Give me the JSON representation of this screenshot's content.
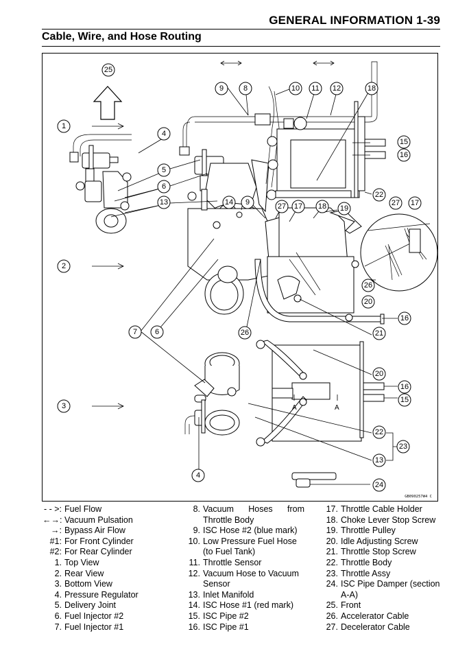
{
  "header": {
    "section": "GENERAL INFORMATION 1-39",
    "title": "Cable, Wire, and Hose Routing"
  },
  "figure": {
    "code": "GB090257W4 C",
    "section_marks": [
      "A",
      "A"
    ],
    "callouts": [
      "1",
      "2",
      "3",
      "4",
      "5",
      "6",
      "7",
      "8",
      "9",
      "10",
      "11",
      "12",
      "13",
      "14",
      "15",
      "16",
      "17",
      "18",
      "19",
      "20",
      "21",
      "22",
      "23",
      "24",
      "25",
      "26",
      "27"
    ]
  },
  "legend": {
    "symbols": [
      {
        "key": "- - >:",
        "text": "Fuel Flow"
      },
      {
        "key": "←→:",
        "text": "Vacuum Pulsation"
      },
      {
        "key": "→:",
        "text": "Bypass Air Flow"
      },
      {
        "key": "#1:",
        "text": "For Front Cylinder"
      },
      {
        "key": "#2:",
        "text": "For Rear Cylinder"
      }
    ],
    "items": [
      {
        "num": "1.",
        "text": "Top View"
      },
      {
        "num": "2.",
        "text": "Rear View"
      },
      {
        "num": "3.",
        "text": "Bottom View"
      },
      {
        "num": "4.",
        "text": "Pressure Regulator"
      },
      {
        "num": "5.",
        "text": "Delivery Joint"
      },
      {
        "num": "6.",
        "text": "Fuel Injector #2"
      },
      {
        "num": "7.",
        "text": "Fuel Injector #1"
      },
      {
        "num": "8.",
        "text": "Vacuum Hoses from Throttle Body"
      },
      {
        "num": "9.",
        "text": "ISC Hose #2 (blue mark)"
      },
      {
        "num": "10.",
        "text": "Low Pressure Fuel Hose (to Fuel Tank)"
      },
      {
        "num": "11.",
        "text": "Throttle Sensor"
      },
      {
        "num": "12.",
        "text": "Vacuum Hose to Vacuum Sensor"
      },
      {
        "num": "13.",
        "text": "Inlet Manifold"
      },
      {
        "num": "14.",
        "text": "ISC Hose #1 (red mark)"
      },
      {
        "num": "15.",
        "text": "ISC Pipe #2"
      },
      {
        "num": "16.",
        "text": "ISC Pipe #1"
      },
      {
        "num": "17.",
        "text": "Throttle Cable Holder"
      },
      {
        "num": "18.",
        "text": "Choke Lever Stop Screw"
      },
      {
        "num": "19.",
        "text": "Throttle Pulley"
      },
      {
        "num": "20.",
        "text": "Idle Adjusting Screw"
      },
      {
        "num": "21.",
        "text": "Throttle Stop Screw"
      },
      {
        "num": "22.",
        "text": "Throttle Body"
      },
      {
        "num": "23.",
        "text": "Throttle Assy"
      },
      {
        "num": "24.",
        "text": "ISC Pipe Damper (section A-A)"
      },
      {
        "num": "25.",
        "text": "Front"
      },
      {
        "num": "26.",
        "text": "Accelerator Cable"
      },
      {
        "num": "27.",
        "text": "Decelerator Cable"
      }
    ]
  }
}
